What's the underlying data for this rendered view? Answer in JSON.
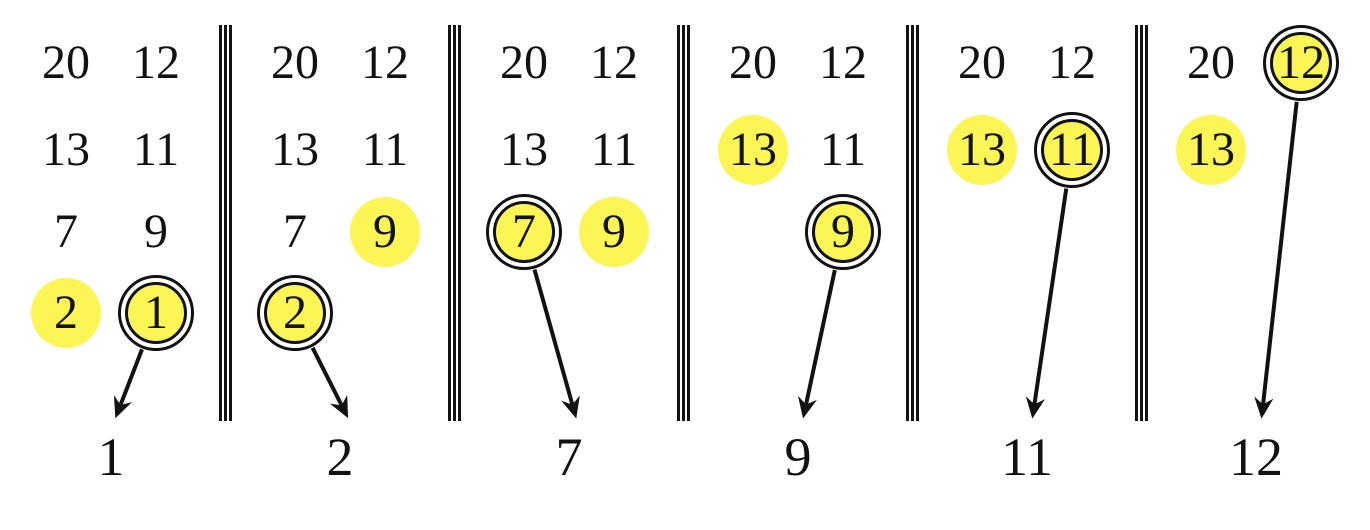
{
  "figure": {
    "description": "Merge operation of merge sort: in each step the smallest remaining element of each of the two sorted lists is highlighted, the smaller of the two is circled and emitted to the output sequence.",
    "colors": {
      "highlight_fill": "#FBF655",
      "ink": "#121212"
    },
    "left_list_top_to_bottom": [
      "20",
      "13",
      "7",
      "2"
    ],
    "right_list_top_to_bottom": [
      "12",
      "11",
      "9",
      "1"
    ],
    "output_sequence": [
      "1",
      "2",
      "7",
      "9",
      "11",
      "12"
    ],
    "panels": [
      {
        "cells": [
          {
            "value": "20",
            "row": 0,
            "col": 0,
            "state": "plain"
          },
          {
            "value": "12",
            "row": 0,
            "col": 1,
            "state": "plain"
          },
          {
            "value": "13",
            "row": 1,
            "col": 0,
            "state": "plain"
          },
          {
            "value": "11",
            "row": 1,
            "col": 1,
            "state": "plain"
          },
          {
            "value": "7",
            "row": 2,
            "col": 0,
            "state": "plain"
          },
          {
            "value": "9",
            "row": 2,
            "col": 1,
            "state": "plain"
          },
          {
            "value": "2",
            "row": 3,
            "col": 0,
            "state": "highlighted"
          },
          {
            "value": "1",
            "row": 3,
            "col": 1,
            "state": "selected"
          }
        ],
        "output": "1"
      },
      {
        "cells": [
          {
            "value": "20",
            "row": 0,
            "col": 0,
            "state": "plain"
          },
          {
            "value": "12",
            "row": 0,
            "col": 1,
            "state": "plain"
          },
          {
            "value": "13",
            "row": 1,
            "col": 0,
            "state": "plain"
          },
          {
            "value": "11",
            "row": 1,
            "col": 1,
            "state": "plain"
          },
          {
            "value": "7",
            "row": 2,
            "col": 0,
            "state": "plain"
          },
          {
            "value": "9",
            "row": 2,
            "col": 1,
            "state": "highlighted"
          },
          {
            "value": "2",
            "row": 3,
            "col": 0,
            "state": "selected"
          }
        ],
        "output": "2"
      },
      {
        "cells": [
          {
            "value": "20",
            "row": 0,
            "col": 0,
            "state": "plain"
          },
          {
            "value": "12",
            "row": 0,
            "col": 1,
            "state": "plain"
          },
          {
            "value": "13",
            "row": 1,
            "col": 0,
            "state": "plain"
          },
          {
            "value": "11",
            "row": 1,
            "col": 1,
            "state": "plain"
          },
          {
            "value": "7",
            "row": 2,
            "col": 0,
            "state": "selected"
          },
          {
            "value": "9",
            "row": 2,
            "col": 1,
            "state": "highlighted"
          }
        ],
        "output": "7"
      },
      {
        "cells": [
          {
            "value": "20",
            "row": 0,
            "col": 0,
            "state": "plain"
          },
          {
            "value": "12",
            "row": 0,
            "col": 1,
            "state": "plain"
          },
          {
            "value": "13",
            "row": 1,
            "col": 0,
            "state": "highlighted"
          },
          {
            "value": "11",
            "row": 1,
            "col": 1,
            "state": "plain"
          },
          {
            "value": "9",
            "row": 2,
            "col": 1,
            "state": "selected"
          }
        ],
        "output": "9"
      },
      {
        "cells": [
          {
            "value": "20",
            "row": 0,
            "col": 0,
            "state": "plain"
          },
          {
            "value": "12",
            "row": 0,
            "col": 1,
            "state": "plain"
          },
          {
            "value": "13",
            "row": 1,
            "col": 0,
            "state": "highlighted"
          },
          {
            "value": "11",
            "row": 1,
            "col": 1,
            "state": "selected"
          }
        ],
        "output": "11"
      },
      {
        "cells": [
          {
            "value": "20",
            "row": 0,
            "col": 0,
            "state": "plain"
          },
          {
            "value": "12",
            "row": 0,
            "col": 1,
            "state": "selected"
          },
          {
            "value": "13",
            "row": 1,
            "col": 0,
            "state": "highlighted"
          }
        ],
        "output": "12"
      }
    ]
  }
}
